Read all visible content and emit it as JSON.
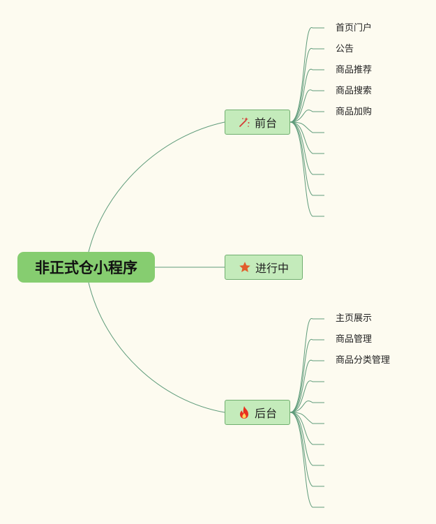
{
  "root": {
    "label": "非正式仓小程序"
  },
  "branches": [
    {
      "label": "前台",
      "icon": "magic-wand-icon",
      "leaves": [
        "首页门户",
        "公告",
        "商品推荐",
        "商品搜索",
        "商品加购",
        "",
        "",
        "",
        "",
        ""
      ]
    },
    {
      "label": "进行中",
      "icon": "star-icon",
      "leaves": []
    },
    {
      "label": "后台",
      "icon": "fire-icon",
      "leaves": [
        "主页展示",
        "商品管理",
        "商品分类管理",
        "",
        "",
        "",
        "",
        "",
        "",
        ""
      ]
    }
  ],
  "colors": {
    "background": "#fdfbf0",
    "root_fill": "#86cd70",
    "branch_fill": "#c4ebbb",
    "branch_border": "#6fae6e",
    "connector": "#5e9b7a",
    "star": "#e25d2c",
    "fire": "#e8311f",
    "wand": "#d43a34"
  }
}
